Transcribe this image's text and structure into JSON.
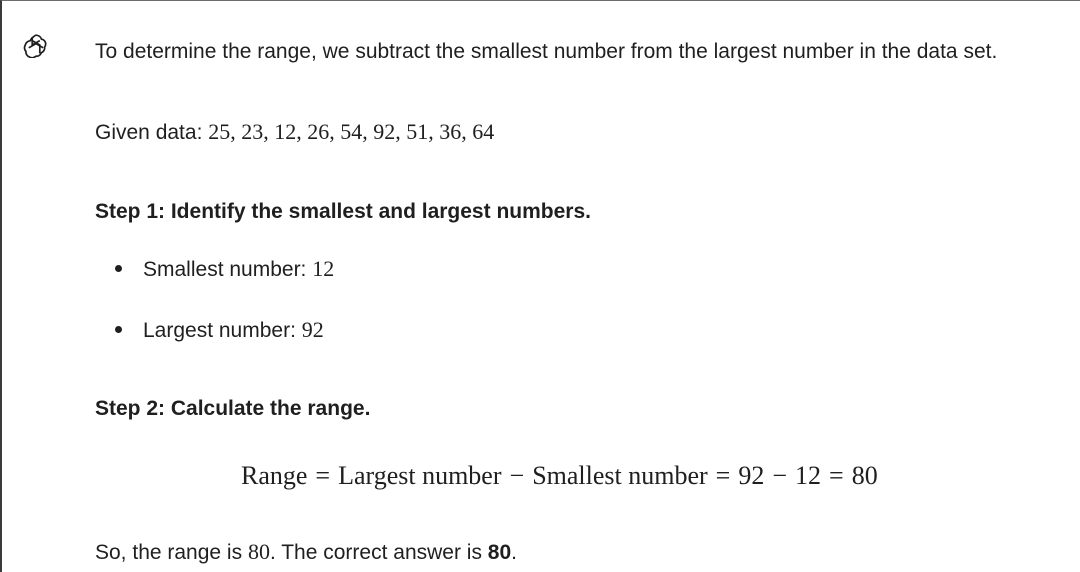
{
  "assistant": {
    "avatar_icon": "openai-logo-icon",
    "intro": "To determine the range, we subtract the smallest number from the largest number in the data set.",
    "given_label": "Given data: ",
    "given_values": "25, 23, 12, 26, 54, 92, 51, 36, 64",
    "step1": {
      "heading": "Step 1: Identify the smallest and largest numbers.",
      "items": [
        {
          "label": "Smallest number: ",
          "value": "12"
        },
        {
          "label": "Largest number: ",
          "value": "92"
        }
      ]
    },
    "step2": {
      "heading": "Step 2: Calculate the range.",
      "equation": {
        "lhs": "Range",
        "eq1": "=",
        "term1": "Largest number",
        "minus1": "−",
        "term2": "Smallest number",
        "eq2": "=",
        "a": "92",
        "minus2": "−",
        "b": "12",
        "eq3": "=",
        "result": "80"
      }
    },
    "conclusion": {
      "part1": "So, the range is ",
      "value": "80",
      "part2": ". The correct answer is ",
      "answer": "80",
      "part3": "."
    }
  }
}
